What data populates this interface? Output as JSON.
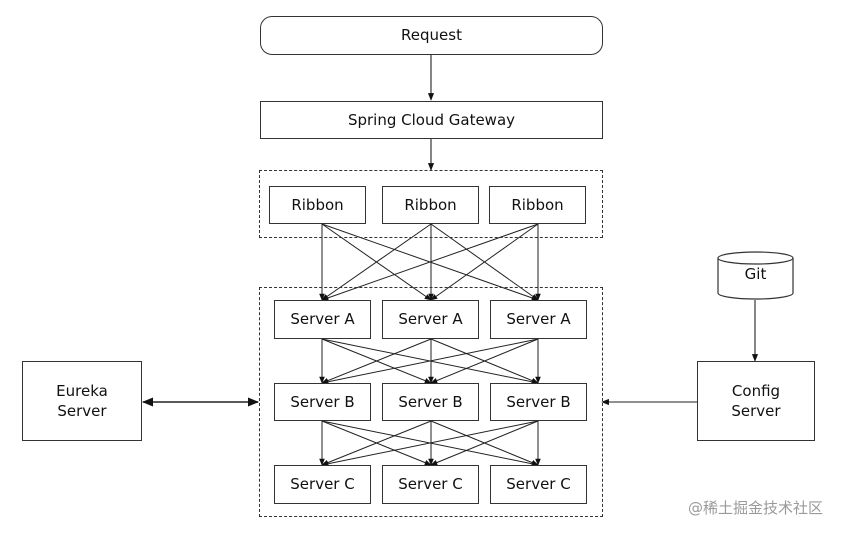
{
  "request": "Request",
  "gateway": "Spring Cloud Gateway",
  "ribbons": [
    "Ribbon",
    "Ribbon",
    "Ribbon"
  ],
  "servers_a": [
    "Server A",
    "Server A",
    "Server A"
  ],
  "servers_b": [
    "Server B",
    "Server B",
    "Server B"
  ],
  "servers_c": [
    "Server C",
    "Server C",
    "Server C"
  ],
  "eureka": {
    "line1": "Eureka",
    "line2": "Server"
  },
  "config": {
    "line1": "Config",
    "line2": "Server"
  },
  "git": "Git",
  "watermark": "@稀土掘金技术社区"
}
